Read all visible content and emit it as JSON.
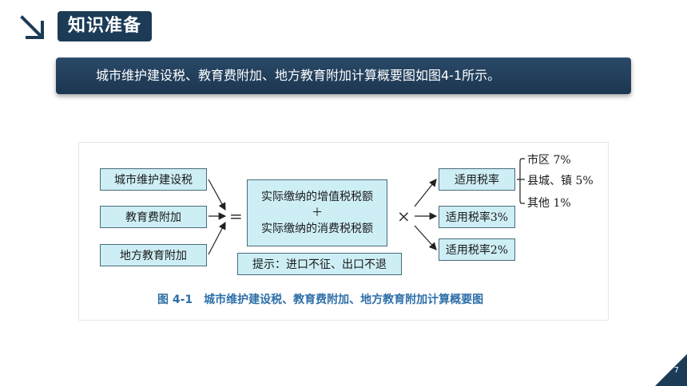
{
  "header": {
    "title": "知识准备"
  },
  "banner": {
    "text": "城市维护建设税、教育费附加、地方教育附加计算概要图如图4-1所示。"
  },
  "diagram": {
    "inputs": [
      "城市维护建设税",
      "教育费附加",
      "地方教育附加"
    ],
    "equals": "=",
    "center_top": "实际缴纳的增值税税额",
    "plus": "＋",
    "center_bottom": "实际缴纳的消费税税额",
    "times": "×",
    "hint": "提示：进口不征、出口不退",
    "rates": [
      "适用税率",
      "适用税率3%",
      "适用税率2%"
    ],
    "rate_details": [
      "市区 7%",
      "县城、镇 5%",
      "其他 1%"
    ],
    "caption": "图 4-1　城市维护建设税、教育费附加、地方教育附加计算概要图"
  },
  "footer": {
    "page_number": "7"
  },
  "colors": {
    "accent": "#1c3b57",
    "box_fill": "#cdeef5",
    "caption": "#2e6fa8"
  }
}
